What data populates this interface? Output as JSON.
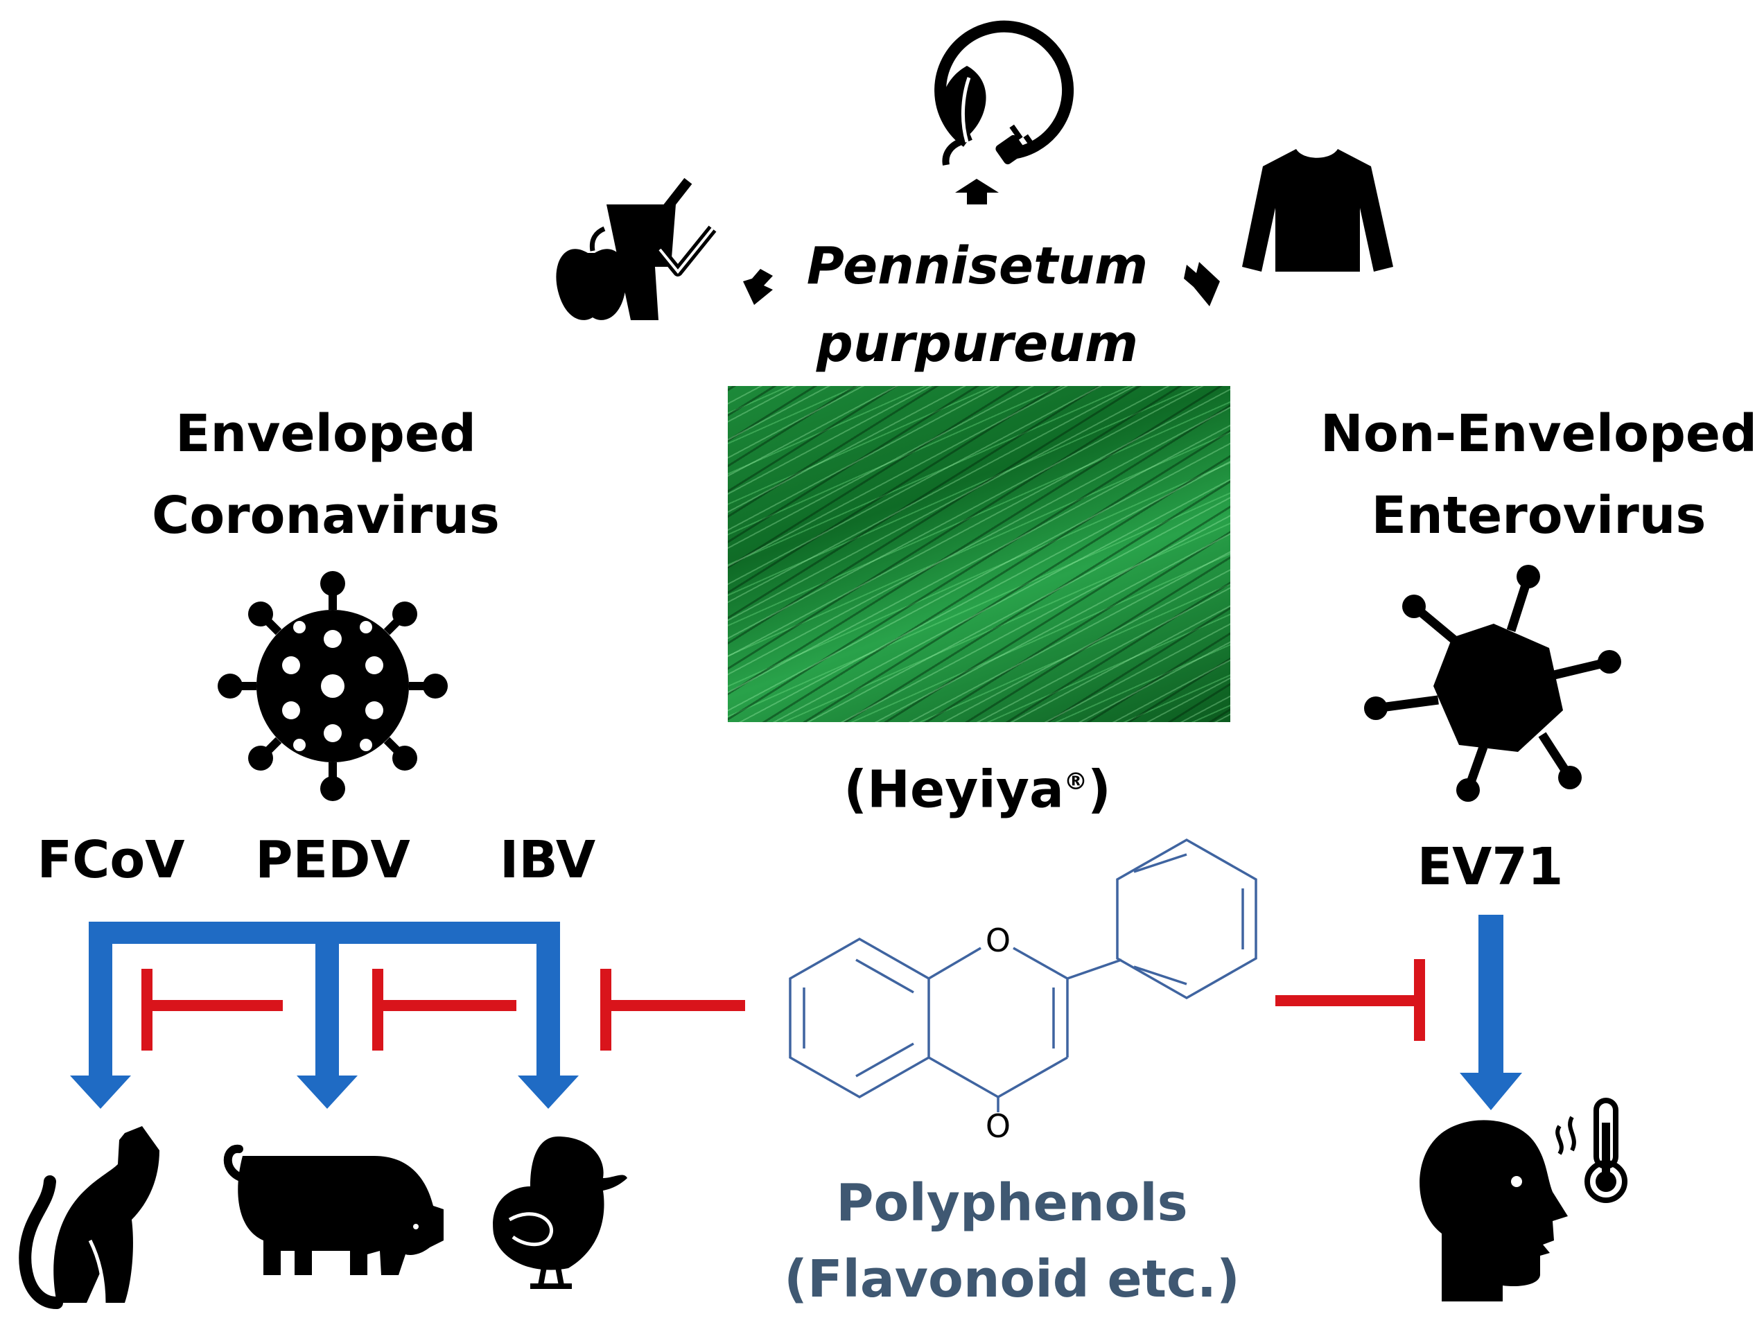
{
  "species": {
    "line1": "Pennisetum",
    "line2": "purpureum"
  },
  "product": {
    "open": "(Heyiya",
    "mark": "®",
    "close": ")"
  },
  "left_group": {
    "line1": "Enveloped",
    "line2": "Coronavirus"
  },
  "right_group": {
    "line1": "Non-Enveloped",
    "line2": "Enterovirus"
  },
  "viruses": {
    "fcov": "FCoV",
    "pedv": "PEDV",
    "ibv": "IBV",
    "ev71": "EV71"
  },
  "molecule": {
    "ring_o": "O",
    "carbonyl_o": "O"
  },
  "polyphenols": {
    "line1": "Polyphenols",
    "line2": "(Flavonoid etc.)"
  },
  "colors": {
    "arrow_blue": "#1f6bc4",
    "inhibit_red": "#d9141b",
    "molecule_blue": "#3f64a0",
    "poly_text": "#3f5872"
  },
  "icons": {
    "top": "plant-energy-icon",
    "left_use": "food-drink-icon",
    "right_use": "shirt-icon",
    "coronavirus": "coronavirus-icon",
    "enterovirus": "enterovirus-icon",
    "hosts": [
      "cat-icon",
      "pig-icon",
      "chick-icon"
    ],
    "human": "fever-head-icon"
  }
}
